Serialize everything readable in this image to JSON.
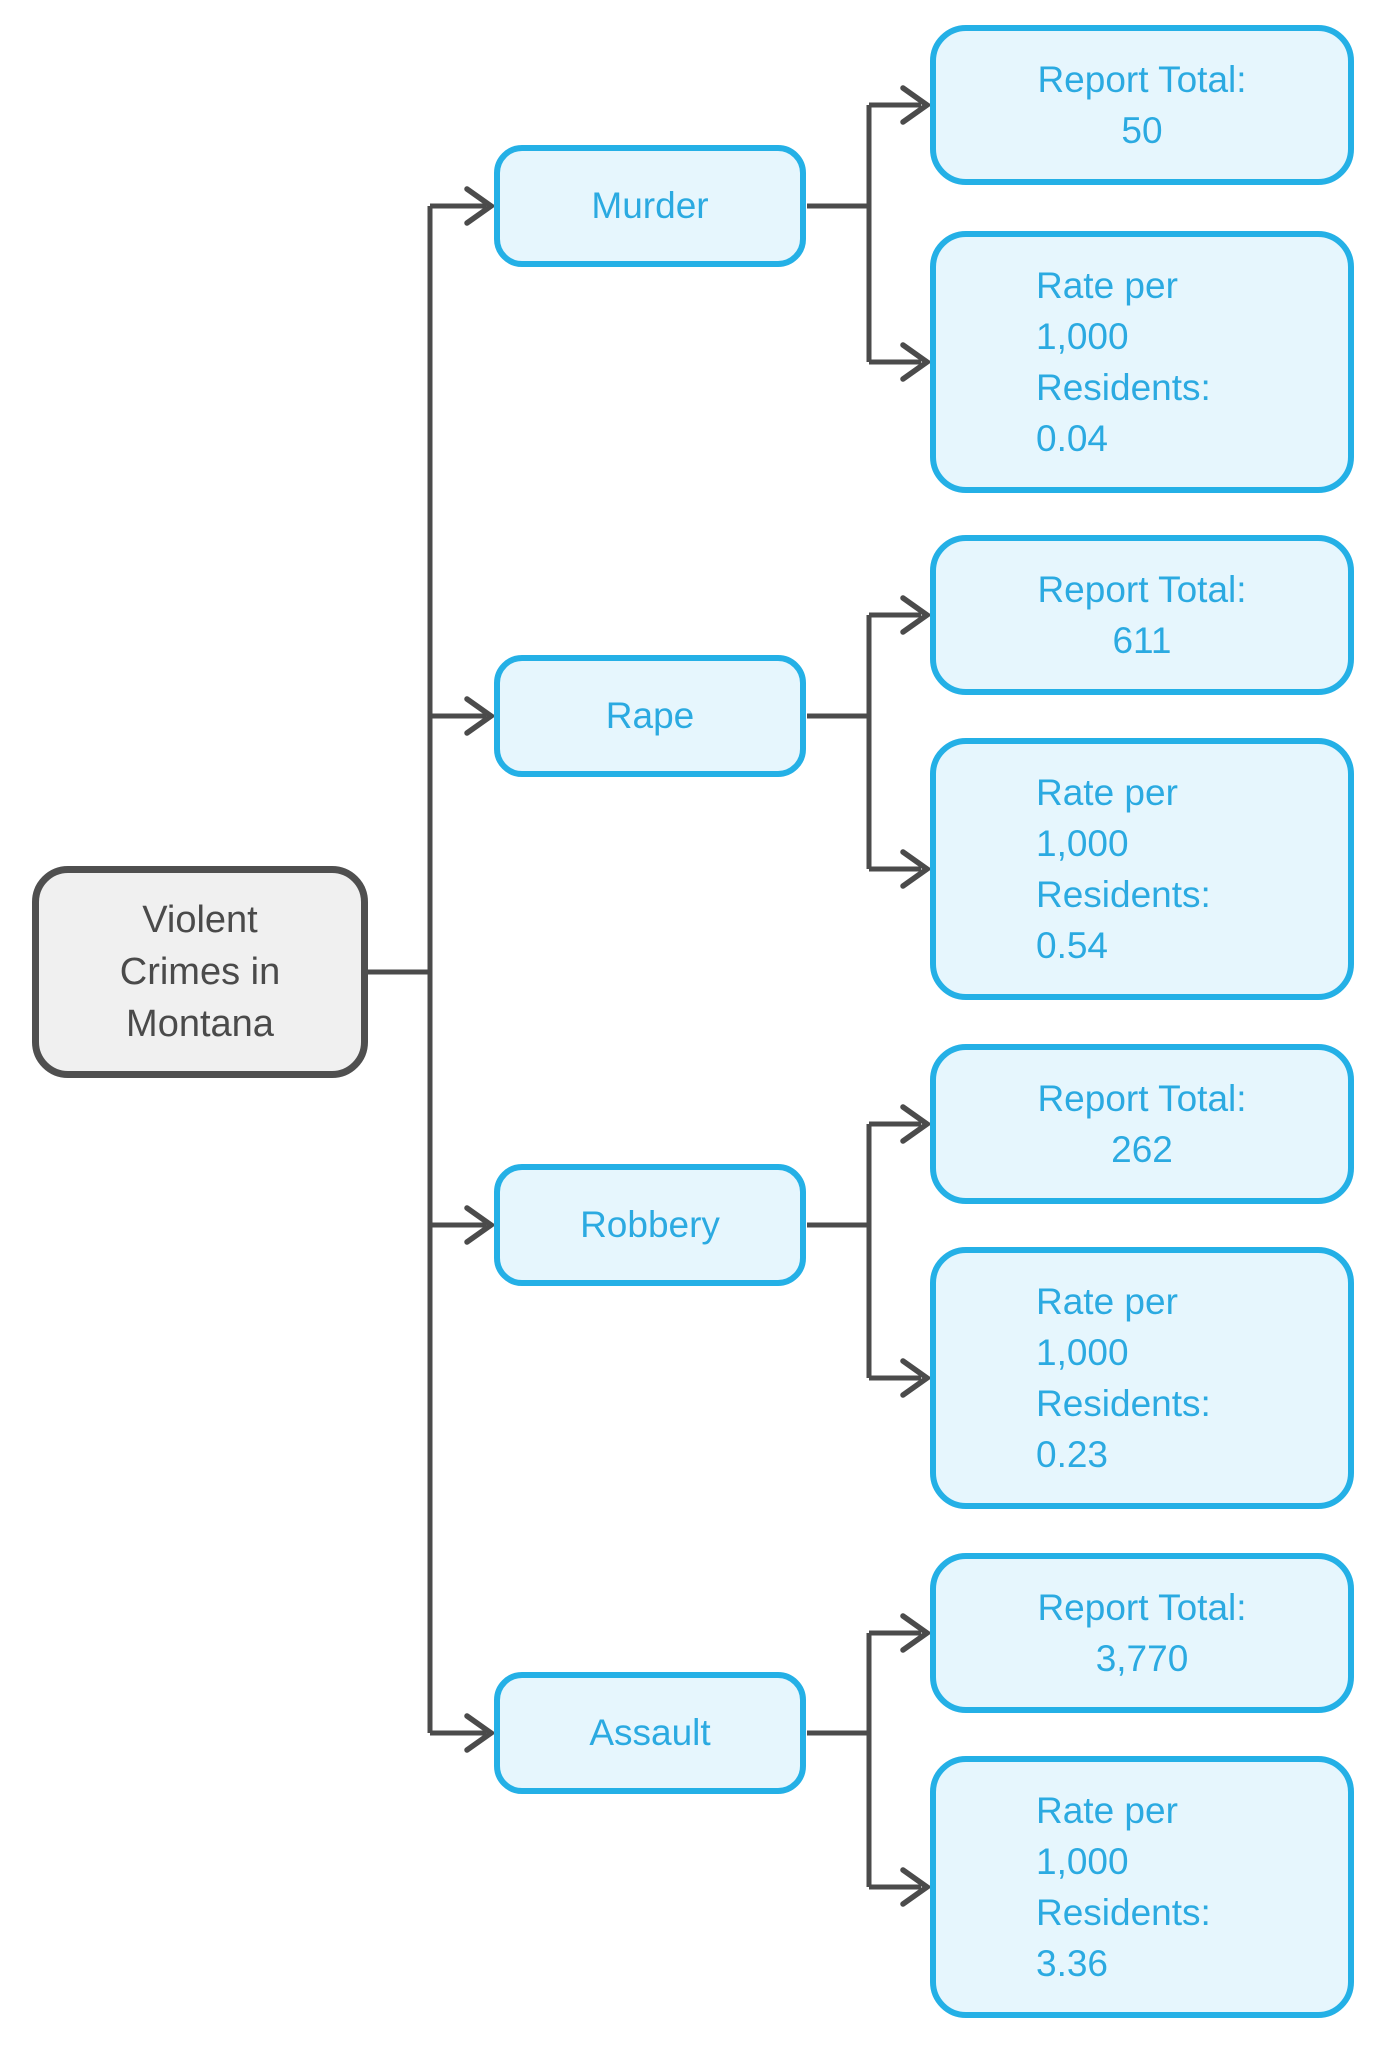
{
  "diagram": {
    "title": "Violent Crimes in Montana",
    "root": {
      "label": "Violent Crimes in Montana"
    },
    "branches": [
      {
        "label": "Murder",
        "report_total": {
          "label": "Report Total:",
          "value": "50"
        },
        "rate": {
          "label": "Rate per 1,000 Residents:",
          "value": "0.04"
        }
      },
      {
        "label": "Rape",
        "report_total": {
          "label": "Report Total:",
          "value": "611"
        },
        "rate": {
          "label": "Rate per 1,000 Residents:",
          "value": "0.54"
        }
      },
      {
        "label": "Robbery",
        "report_total": {
          "label": "Report Total:",
          "value": "262"
        },
        "rate": {
          "label": "Rate per 1,000 Residents:",
          "value": "0.23"
        }
      },
      {
        "label": "Assault",
        "report_total": {
          "label": "Report Total:",
          "value": "3,770"
        },
        "rate": {
          "label": "Rate per 1,000 Residents:",
          "value": "3.36"
        }
      }
    ],
    "colors": {
      "node_fill": "#e6f6fd",
      "node_border": "#24b0e6",
      "node_text": "#2baae1",
      "root_fill": "#f0f0f0",
      "root_border": "#4f4f4f",
      "root_text": "#4a4a4a",
      "edge": "#4b4b4b"
    }
  }
}
